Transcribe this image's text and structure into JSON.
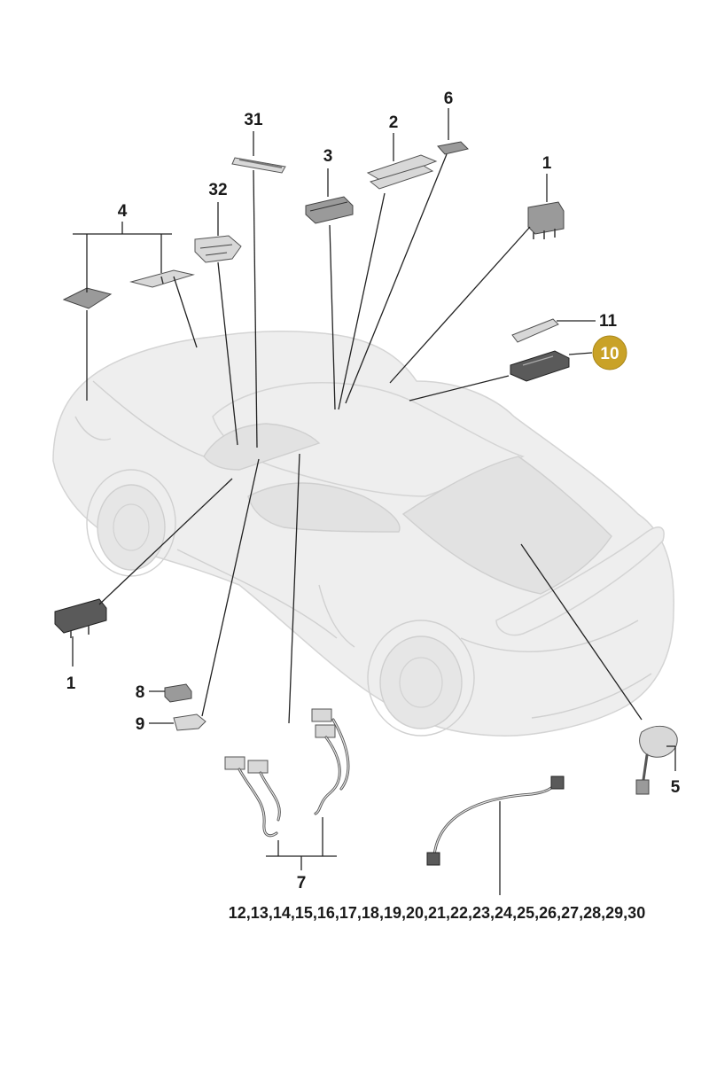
{
  "accent_color": "#c9a227",
  "labels": {
    "l31": "31",
    "l2": "2",
    "l6": "6",
    "l3": "3",
    "l1_top": "1",
    "l32": "32",
    "l4": "4",
    "l11": "11",
    "l10": "10",
    "l1_left": "1",
    "l8": "8",
    "l9": "9",
    "l5": "5",
    "l7": "7",
    "l12_30": "12,13,14,15,16,17,18,19,20,21,22,23,24,25,26,27,28,29,30"
  },
  "highlighted_part": "10"
}
